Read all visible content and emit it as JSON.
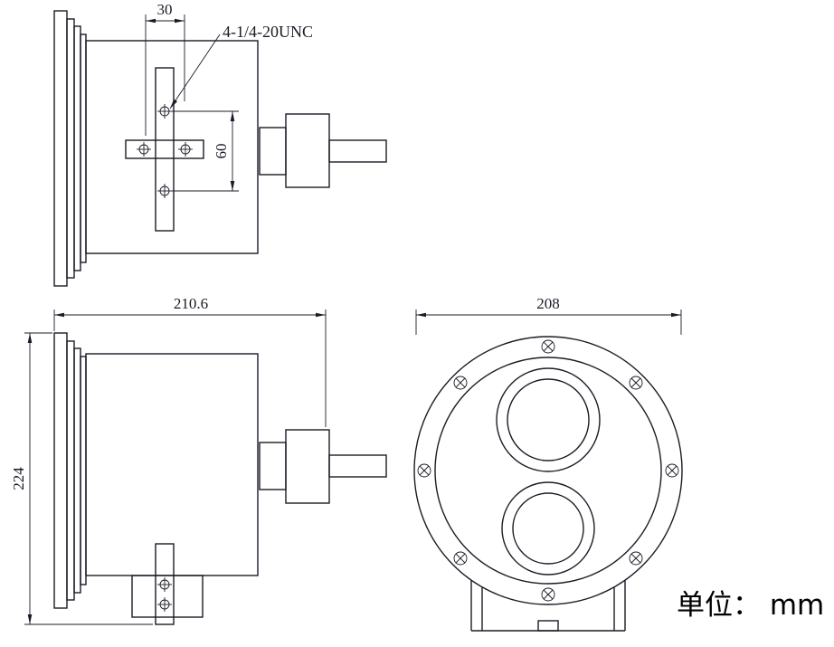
{
  "theme": {
    "line_color": "#1b1b26",
    "background": "#ffffff"
  },
  "top_view": {
    "dim_hole_spacing_horizontal": "30",
    "dim_hole_spacing_vertical": "60",
    "thread_note": "4-1/4-20UNC"
  },
  "side_view": {
    "dim_overall_depth": "210.6",
    "dim_overall_height": "224"
  },
  "front_view": {
    "dim_outer_diameter": "208"
  },
  "footer": {
    "unit_label": "单位： mm"
  }
}
